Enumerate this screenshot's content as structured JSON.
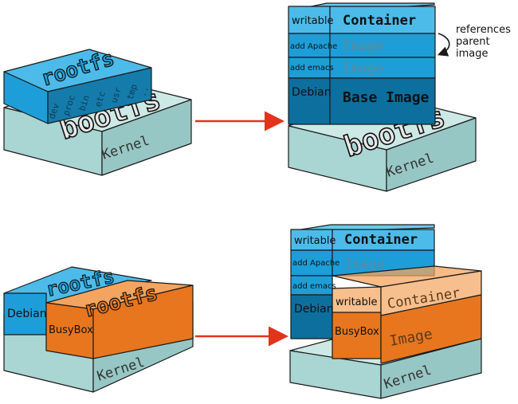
{
  "colors": {
    "kernel_top": "#cde9e6",
    "kernel_front": "#a9d5d2",
    "kernel_side": "#97c7c4",
    "blue_front": "#1d9ed8",
    "blue_top": "#4dbbe9",
    "blue_side": "#157bab",
    "blue_dark": "#0c6f9e",
    "orange_front": "#e8761f",
    "orange_top": "#f4a45e",
    "orange_side": "#c75f12",
    "arrow": "#e2341c"
  },
  "panel_top_left": {
    "rootfs_label": "rootfs",
    "rootfs_dirs": [
      "dev",
      "proc",
      "bin",
      "etc",
      "usr",
      "tmp",
      ".."
    ],
    "bootfs_label": "bootfs",
    "kernel_label": "Kernel"
  },
  "panel_top_right": {
    "writable_label": "writable",
    "container_label": "Container",
    "add_apache_label": "add Apache",
    "image1_label": "Image",
    "add_emacs_label": "add emacs",
    "image2_label": "Image",
    "debian_label": "Debian",
    "base_image_label": "Base Image",
    "bootfs_label": "bootfs",
    "kernel_label": "Kernel",
    "annotation_line1": "references",
    "annotation_line2": "parent",
    "annotation_line3": "image"
  },
  "panel_bottom_left": {
    "rootfs_blue_label": "rootfs",
    "debian_label": "Debian",
    "rootfs_orange_label": "rootfs",
    "busybox_label": "BusyBox",
    "kernel_label": "Kernel"
  },
  "panel_bottom_right": {
    "writable_label": "writable",
    "container_label": "Container",
    "add_apache_label": "add Apache",
    "image_label": "Image",
    "add_emacs_label": "add emacs",
    "debian_label": "Debian",
    "writable2_label": "writable",
    "container2_label": "Container",
    "busybox_label": "BusyBox",
    "image2_label": "Image",
    "kernel_label": "Kernel"
  }
}
